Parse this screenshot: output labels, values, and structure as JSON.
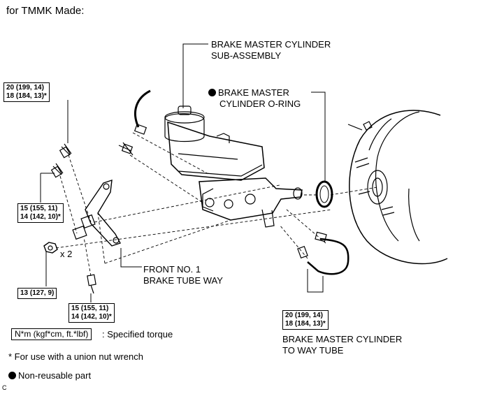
{
  "title": "for TMMK Made:",
  "labels": {
    "master_cylinder_line1": "BRAKE MASTER CYLINDER",
    "master_cylinder_line2": "SUB-ASSEMBLY",
    "o_ring_line1": "BRAKE MASTER",
    "o_ring_line2": "CYLINDER O-RING",
    "tube_way_line1": "FRONT NO. 1",
    "tube_way_line2": "BRAKE TUBE WAY",
    "way_tube_line1": "BRAKE MASTER CYLINDER",
    "way_tube_line2": "TO WAY TUBE",
    "count": "x 2"
  },
  "torque_boxes": {
    "top_left": [
      "20 (199, 14)",
      "18 (184, 13)*"
    ],
    "mid_left": [
      "15 (155, 11)",
      "14 (142, 10)*"
    ],
    "nut": [
      "13 (127, 9)"
    ],
    "bottom": [
      "15 (155, 11)",
      "14 (142, 10)*"
    ],
    "right": [
      "20 (199, 14)",
      "18 (184, 13)*"
    ]
  },
  "legend": {
    "unit_box": "N*m (kgf*cm, ft.*lbf)",
    "unit_text": ": Specified torque",
    "footnote": "* For use with a union nut wrench",
    "non_reusable": "Non-reusable part"
  },
  "figure_code": "C",
  "icons": [
    "non-reusable-dot-icon"
  ]
}
